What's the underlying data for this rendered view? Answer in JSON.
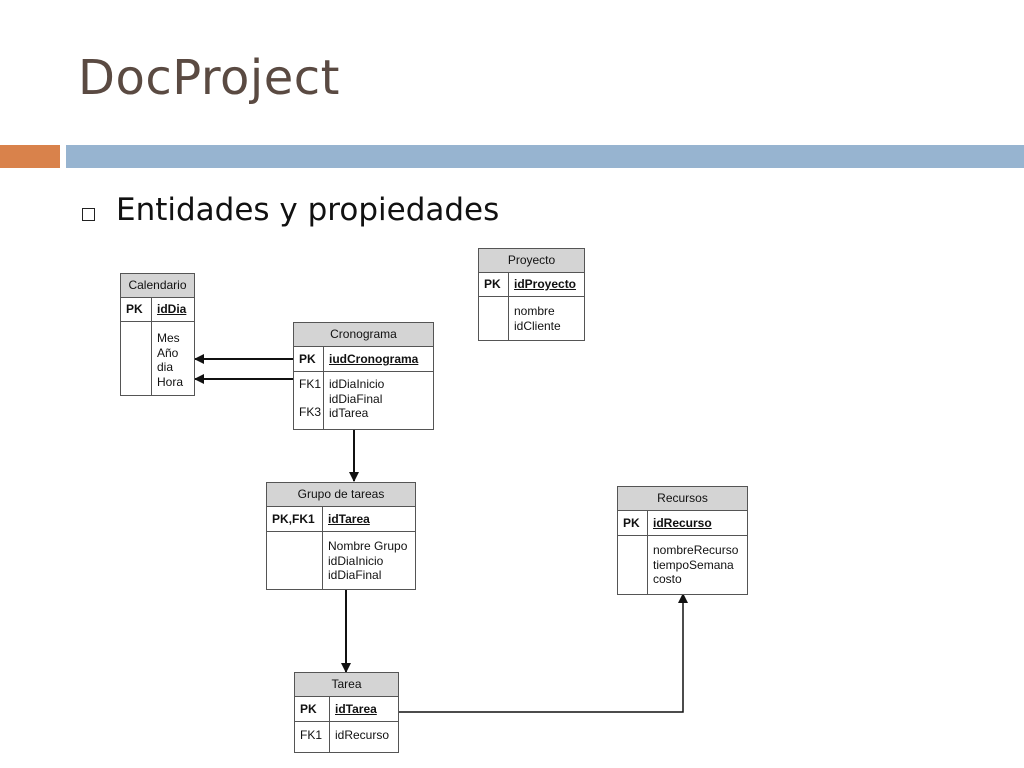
{
  "slide": {
    "title": "DocProject",
    "bullet": "Entidades y propiedades"
  },
  "entities": {
    "calendario": {
      "name": "Calendario",
      "pk_label": "PK",
      "pk": "idDia",
      "attr_keys": [
        "",
        "",
        "",
        ""
      ],
      "attrs": [
        "Mes",
        "Año",
        "dia",
        "Hora"
      ]
    },
    "proyecto": {
      "name": "Proyecto",
      "pk_label": "PK",
      "pk": "idProyecto",
      "attr_keys": [
        "",
        ""
      ],
      "attrs": [
        "nombre",
        "idCliente"
      ]
    },
    "cronograma": {
      "name": "Cronograma",
      "pk_label": "PK",
      "pk": "iudCronograma",
      "attr_keys": [
        "FK1",
        "",
        "FK3"
      ],
      "attrs": [
        "idDiaInicio",
        "idDiaFinal",
        "idTarea"
      ]
    },
    "grupo_tareas": {
      "name": "Grupo de tareas",
      "pk_label": "PK,FK1",
      "pk": "idTarea",
      "attr_keys": [
        "",
        "",
        ""
      ],
      "attrs": [
        "Nombre Grupo",
        "idDiaInicio",
        "idDiaFinal"
      ]
    },
    "recursos": {
      "name": "Recursos",
      "pk_label": "PK",
      "pk": "idRecurso",
      "attr_keys": [
        "",
        "",
        ""
      ],
      "attrs": [
        "nombreRecurso",
        "tiempoSemana",
        "costo"
      ]
    },
    "tarea": {
      "name": "Tarea",
      "pk_label": "PK",
      "pk": "idTarea",
      "attr_keys": [
        "FK1"
      ],
      "attrs": [
        "idRecurso"
      ]
    }
  },
  "colors": {
    "title": "#5a4a42",
    "accent_orange": "#d9824b",
    "accent_blue": "#97b4d0",
    "entity_header": "#d4d4d4"
  },
  "icons": {
    "bullet": "hollow-square-bullet-icon"
  }
}
